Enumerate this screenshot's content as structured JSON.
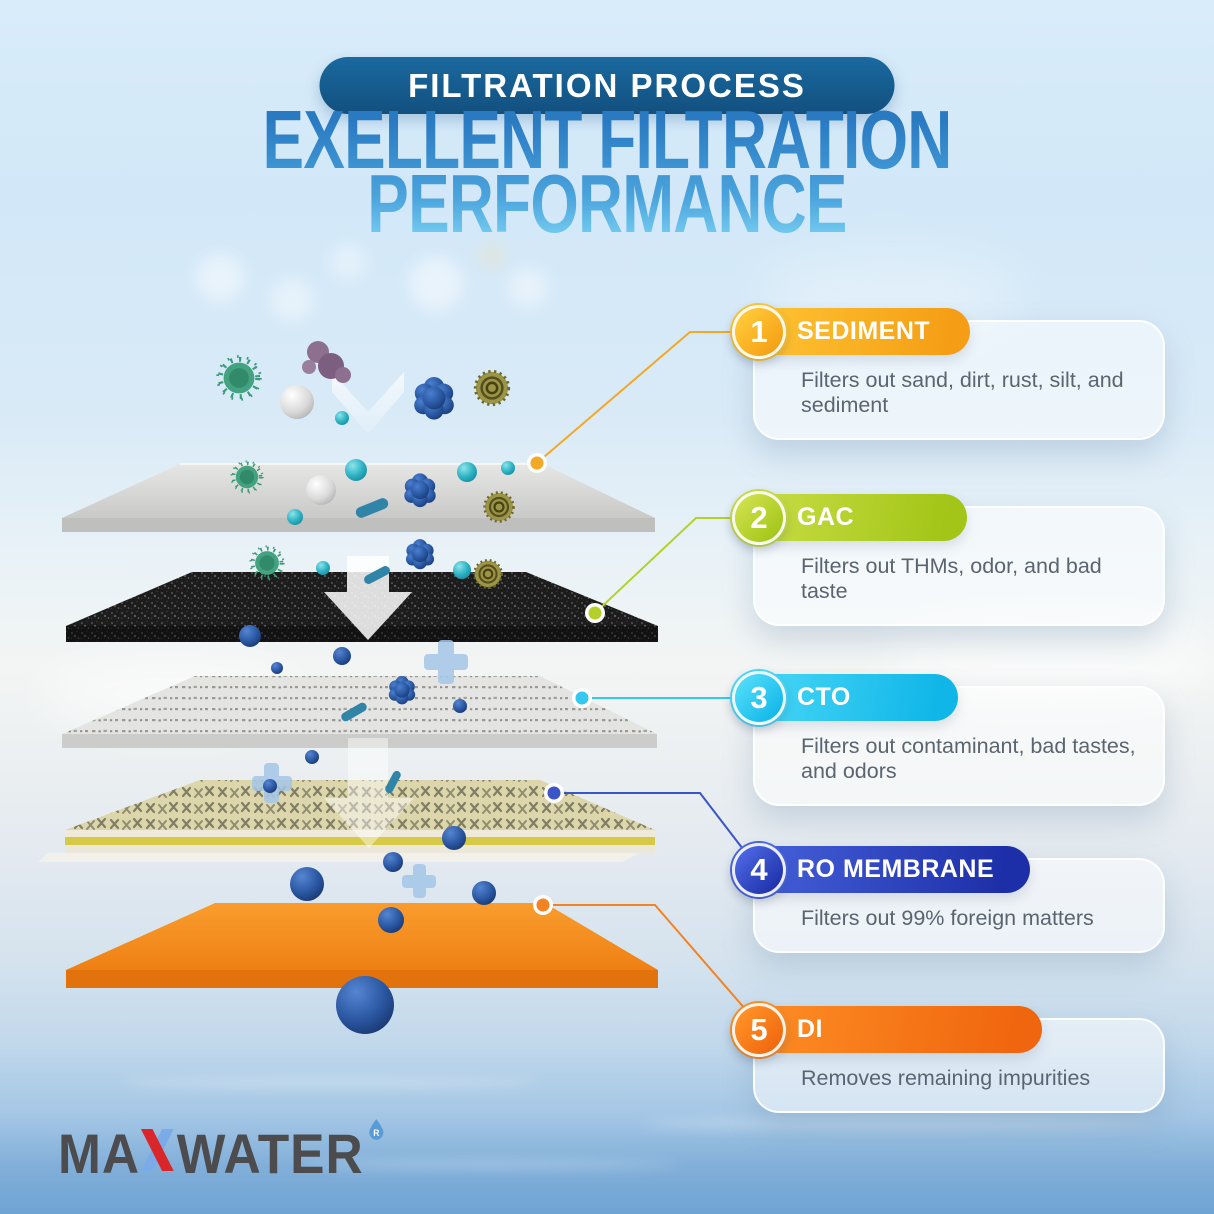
{
  "badge": {
    "label": "FILTRATION PROCESS"
  },
  "heading": {
    "line1": "EXELLENT FILTRATION",
    "line2": "PERFORMANCE"
  },
  "steps": [
    {
      "number": "1",
      "title": "SEDIMENT",
      "description": "Filters out sand, dirt, rust, silt, and sediment",
      "pill_colors": [
        "#ffc937",
        "#f59e15"
      ],
      "line_color": "#f3a826"
    },
    {
      "number": "2",
      "title": "GAC",
      "description": "Filters out THMs, odor, and bad taste",
      "pill_colors": [
        "#cde04a",
        "#a2c517"
      ],
      "line_color": "#b5d02b"
    },
    {
      "number": "3",
      "title": "CTO",
      "description": "Filters out contaminant, bad tastes, and odors",
      "pill_colors": [
        "#4fdbf8",
        "#10b6e8"
      ],
      "line_color": "#35c9f0"
    },
    {
      "number": "4",
      "title": "RO MEMBRANE",
      "description": "Filters out 99% foreign matters",
      "pill_colors": [
        "#4a66e0",
        "#1d2fa8"
      ],
      "line_color": "#3a55c8"
    },
    {
      "number": "5",
      "title": "DI",
      "description": "Removes remaining impurities",
      "pill_colors": [
        "#ff9126",
        "#f0660e"
      ],
      "line_color": "#f28222"
    }
  ],
  "diagram": {
    "layer_colors": {
      "sediment": "#d6d6d4",
      "gac": "#1c1c1c",
      "cto": "#e4e4e2",
      "ro_membrane": "#ddd6ab",
      "ro_membrane_band": "#d6c945",
      "di": "#f79320"
    }
  },
  "logo": {
    "part1": "MA",
    "x": "X",
    "part2": "WATER",
    "registered_mark": "R",
    "colors": {
      "text": "#4c4c4e",
      "x_blue": "#7aabe8",
      "x_red": "#d8262b",
      "drop": "#5b9bd5"
    }
  }
}
